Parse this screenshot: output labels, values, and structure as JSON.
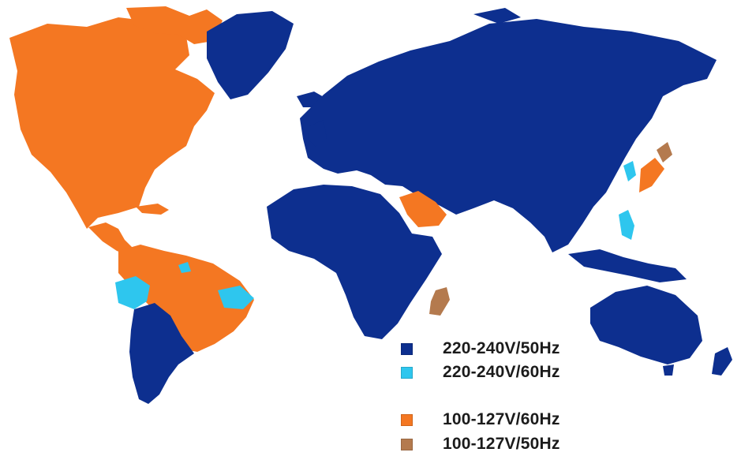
{
  "colors": {
    "dark_blue": "#0d2f8f",
    "cyan": "#2ec6ee",
    "orange": "#f47722",
    "brown": "#b47a4e"
  },
  "legend": {
    "items": [
      {
        "label": "220-240V/50Hz",
        "color": "#0d2f8f"
      },
      {
        "label": "220-240V/60Hz",
        "color": "#2ec6ee"
      },
      {
        "label": "100-127V/60Hz",
        "color": "#f47722"
      },
      {
        "label": "100-127V/50Hz",
        "color": "#b47a4e"
      }
    ]
  }
}
